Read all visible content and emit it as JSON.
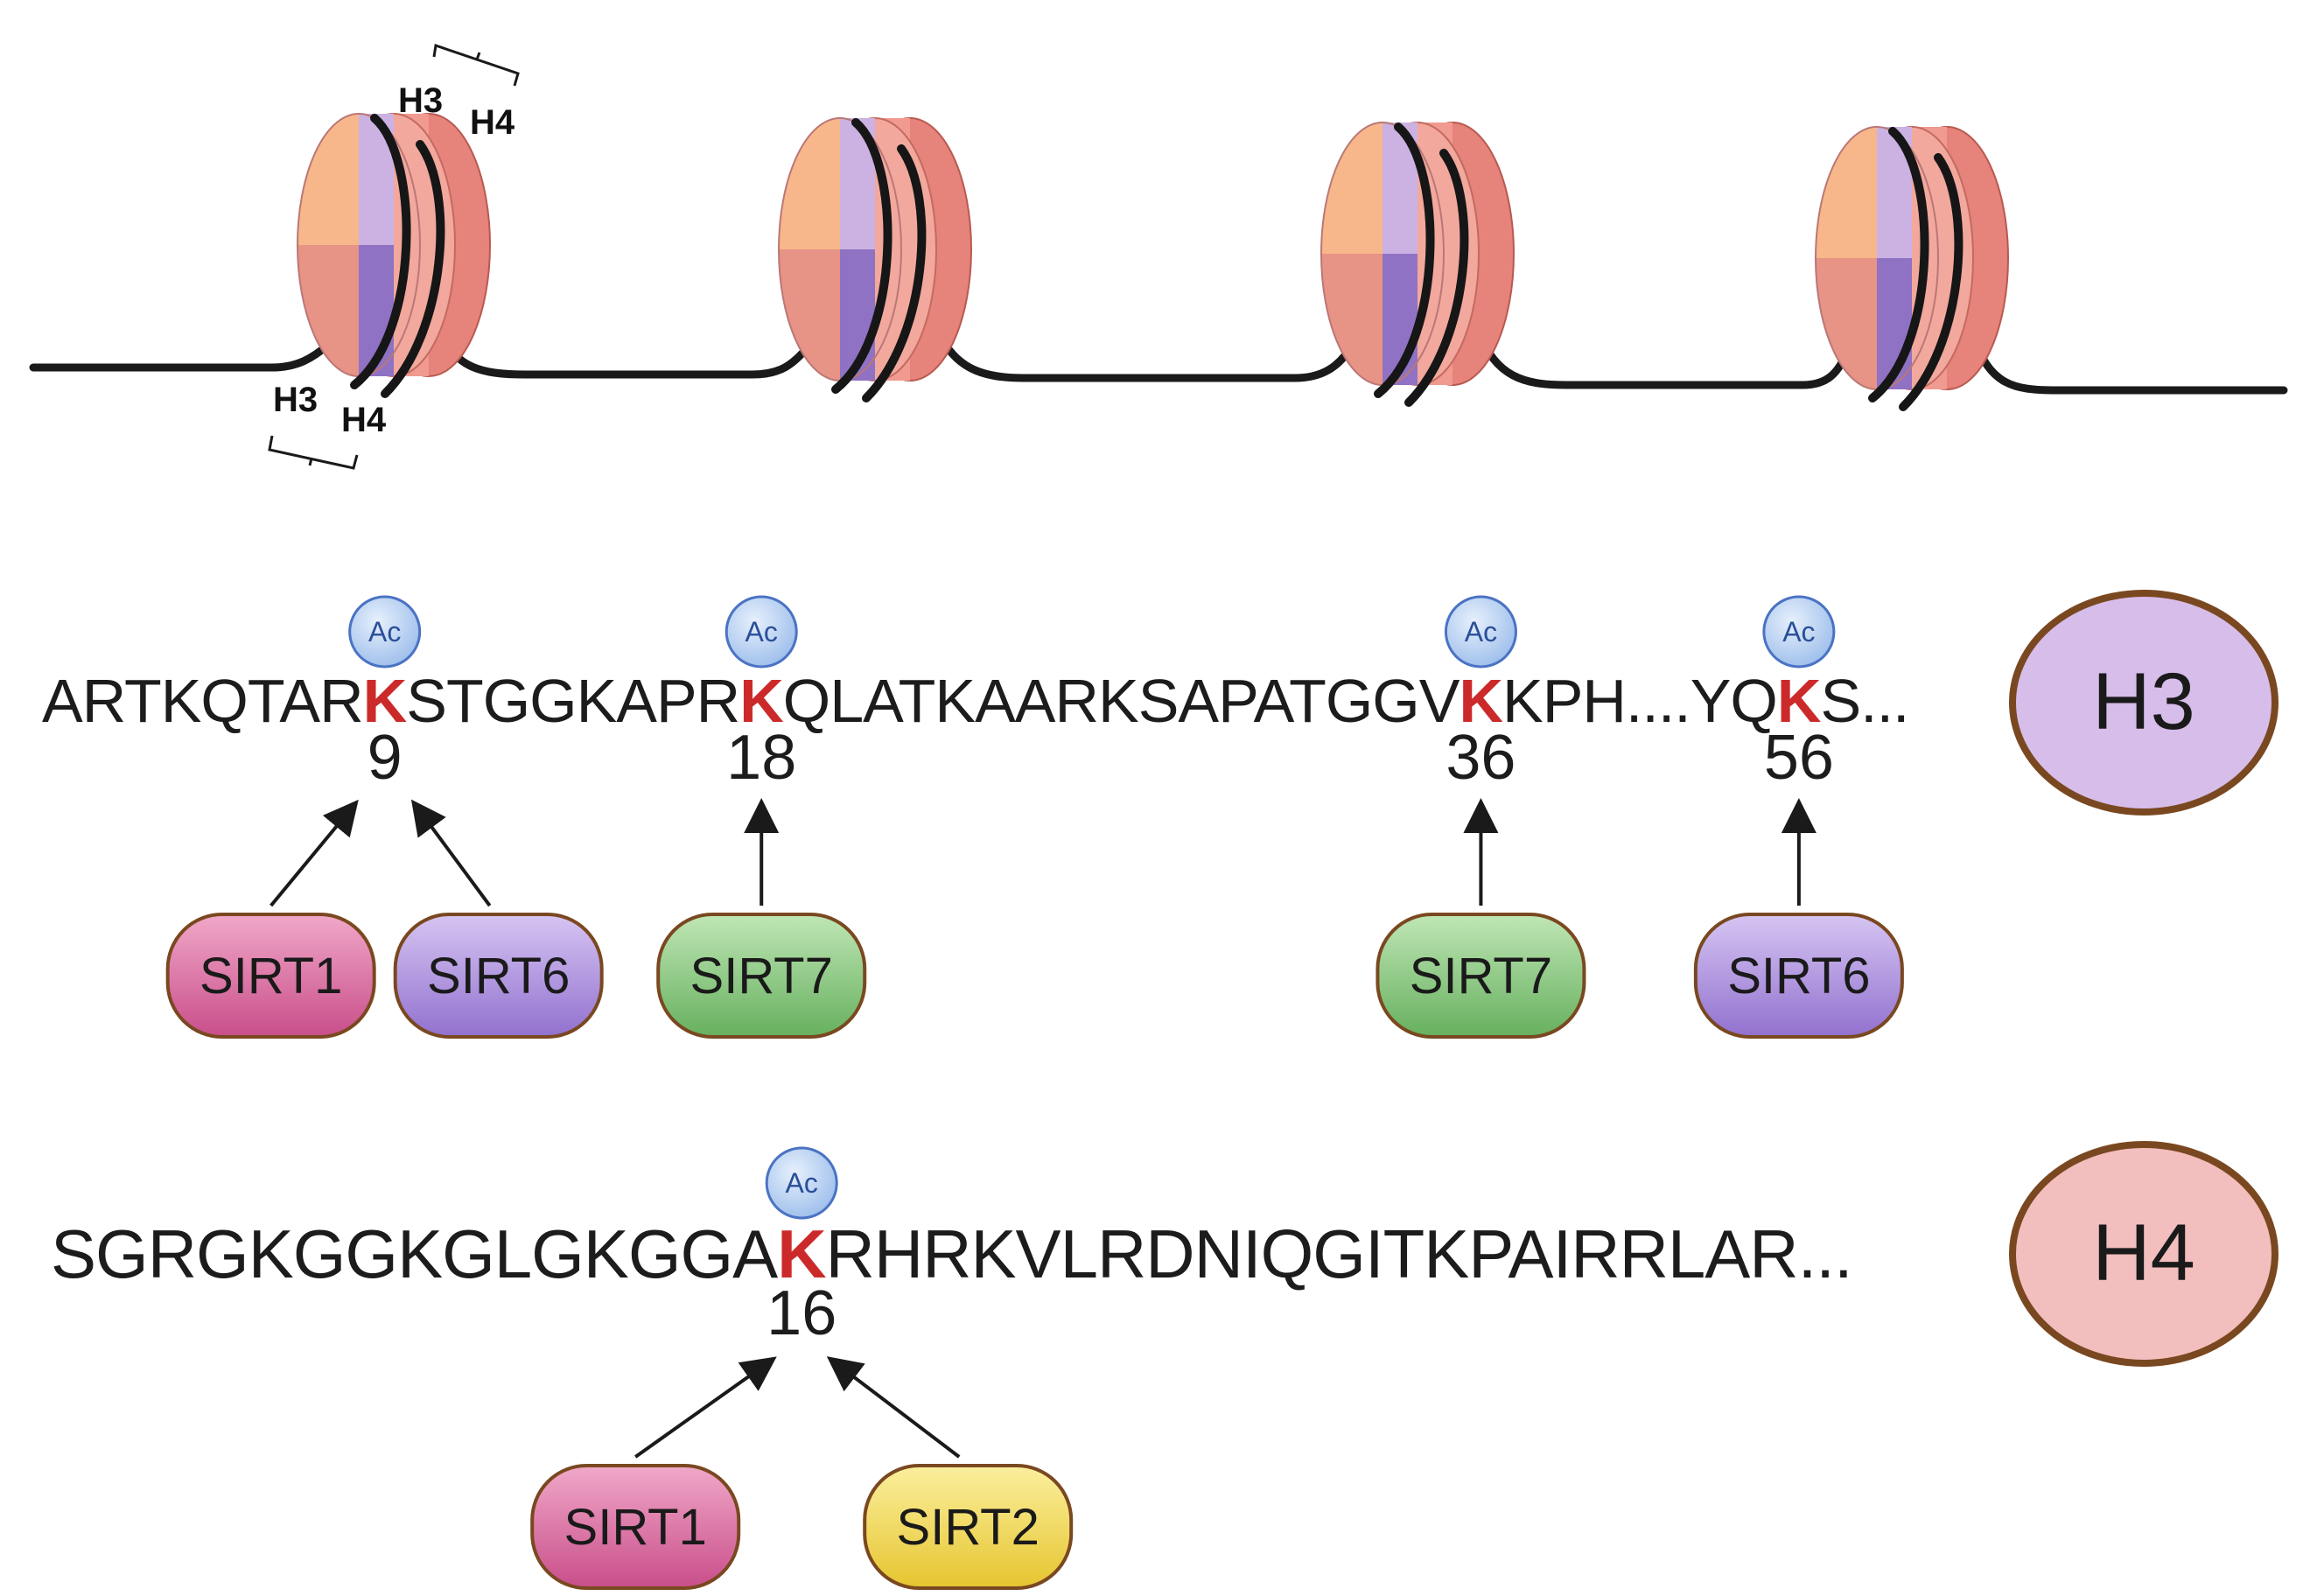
{
  "nucleosome_labels": {
    "upper_h3": "H3",
    "upper_h4": "H4",
    "lower_h3": "H3",
    "lower_h4": "H4"
  },
  "h3": {
    "badge": "H3",
    "seq": [
      {
        "t": "ARTKQTAR",
        "k": false
      },
      {
        "t": "K",
        "k": true
      },
      {
        "t": "STGGKAPR",
        "k": false
      },
      {
        "t": "K",
        "k": true
      },
      {
        "t": "QLATKAARKSAPATGGV",
        "k": false
      },
      {
        "t": "K",
        "k": true
      },
      {
        "t": "KPH....YQ",
        "k": false
      },
      {
        "t": "K",
        "k": true
      },
      {
        "t": "S...",
        "k": false
      }
    ],
    "ac_label": "Ac",
    "sites": [
      {
        "number": "9",
        "enzymes": [
          "SIRT1",
          "SIRT6"
        ]
      },
      {
        "number": "18",
        "enzymes": [
          "SIRT7"
        ]
      },
      {
        "number": "36",
        "enzymes": [
          "SIRT7"
        ]
      },
      {
        "number": "56",
        "enzymes": [
          "SIRT6"
        ]
      }
    ]
  },
  "h4": {
    "badge": "H4",
    "seq": [
      {
        "t": "SGRGKGGKGLGKGGA",
        "k": false
      },
      {
        "t": "K",
        "k": true
      },
      {
        "t": "RHRKVLRDNIQGITKPAIRRLAR...",
        "k": false
      }
    ],
    "ac_label": "Ac",
    "sites": [
      {
        "number": "16",
        "enzymes": [
          "SIRT1",
          "SIRT2"
        ]
      }
    ]
  },
  "colors": {
    "lysine_red": "#cc2a2a",
    "SIRT1": "#d9669f",
    "SIRT2": "#f2d84d",
    "SIRT6": "#a889dd",
    "SIRT7": "#7fc57a",
    "h3_badge": "#d7bdea",
    "h4_badge": "#f3bebe",
    "badge_border": "#7a4820",
    "ac_fill": "#b9d3f2",
    "ac_stroke": "#4a73c4"
  }
}
